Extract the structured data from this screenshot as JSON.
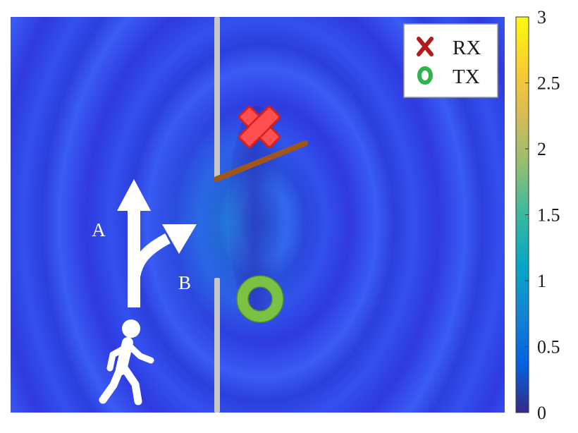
{
  "figure": {
    "route_labels": {
      "a": "A",
      "b": "B"
    },
    "legend": {
      "items": [
        {
          "label": "RX",
          "marker": "x-cross",
          "color": "#b11b1b"
        },
        {
          "label": "TX",
          "marker": "ring",
          "color": "#2fb44a"
        }
      ]
    },
    "colorbar": {
      "colormap": "parula",
      "range": [
        0,
        3
      ],
      "ticks": [
        "0",
        "0.5",
        "1",
        "1.5",
        "2",
        "2.5",
        "3"
      ]
    },
    "colors": {
      "wall": "#c8c8c8",
      "reflector": "#a0561b",
      "rx_fill": "#ff4f4f",
      "rx_edge": "#d42020",
      "tx_ring": "#7bc144",
      "tx_ring_edge": "#4f8f2a",
      "arrow": "#ffffff",
      "walker": "#ffffff"
    },
    "icons": {
      "walker": "walking-person-icon",
      "route_a": "arrow-up-icon",
      "route_b": "arrow-up-right-icon",
      "rx": "x-cross-icon",
      "tx": "ring-icon"
    }
  }
}
